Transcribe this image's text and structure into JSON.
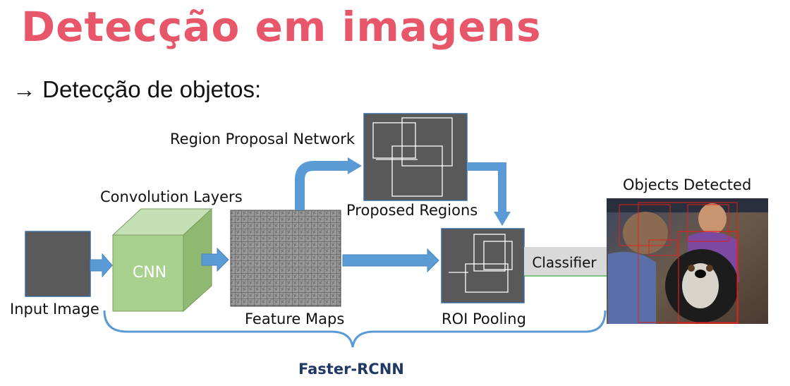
{
  "slide": {
    "title": "Detecção em imagens",
    "bullet": "→ Detecção de objetos:"
  },
  "diagram": {
    "input_image": "Input Image",
    "conv_layers": "Convolution Layers",
    "cnn": "CNN",
    "feature_maps": "Feature Maps",
    "rpn": "Region Proposal Network",
    "proposed_regions": "Proposed Regions",
    "roi_pooling": "ROI Pooling",
    "classifier": "Classifier",
    "objects_detected": "Objects Detected",
    "faster_rcnn": "Faster-RCNN"
  },
  "colors": {
    "title": "#e8566a",
    "arrow": "#5b9bd5",
    "cube_front": "#a9d18e",
    "cube_top": "#c5e0b4",
    "cube_side": "#8fb870",
    "dark_box": "#595959",
    "brace": "#5b9bd5",
    "faster_label": "#1f3864",
    "classifier_bg": "#d9d9d9"
  }
}
